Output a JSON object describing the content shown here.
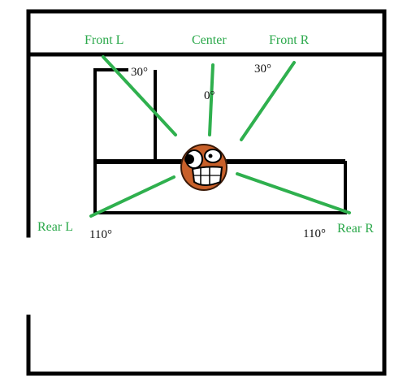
{
  "colors": {
    "walls": "#000000",
    "speaker_lines": "#2fb04e",
    "speaker_labels": "#2aa84a",
    "angle_labels": "#111111",
    "face_fill": "#c8602a"
  },
  "icons": {
    "listener": "smiling-face-icon"
  },
  "speakers": {
    "front_left": "Front L",
    "center": "Center",
    "front_right": "Front R",
    "rear_left": "Rear L",
    "rear_right": "Rear R"
  },
  "angles": {
    "front_left": "30°",
    "center": "0°",
    "front_right": "30°",
    "rear_left": "110°",
    "rear_right": "110°"
  }
}
